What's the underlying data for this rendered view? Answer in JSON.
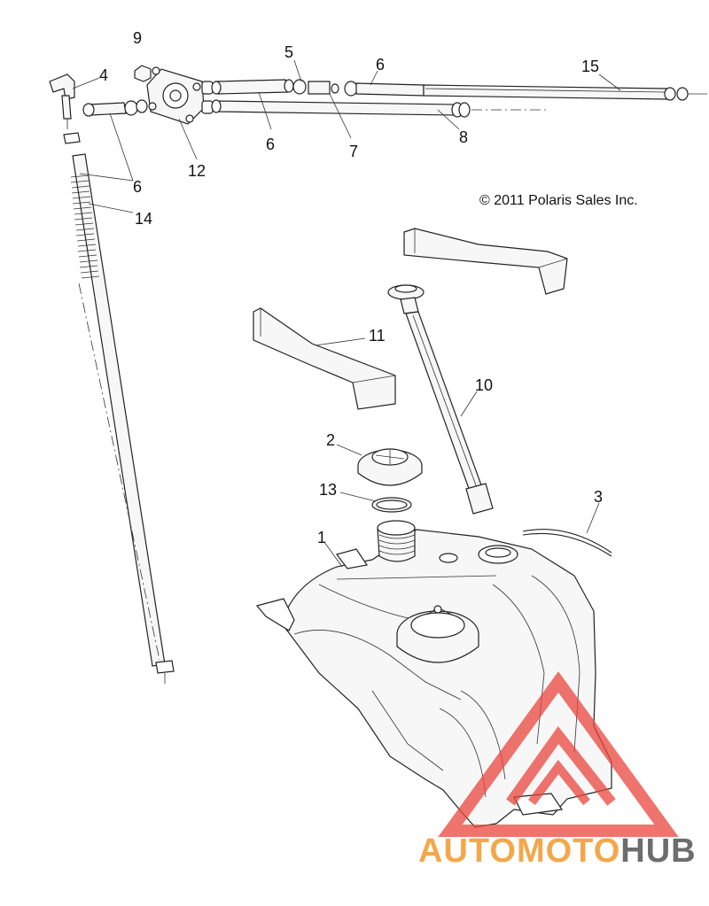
{
  "callouts": [
    {
      "id": "1",
      "text": "1"
    },
    {
      "id": "2",
      "text": "2"
    },
    {
      "id": "3",
      "text": "3"
    },
    {
      "id": "4",
      "text": "4"
    },
    {
      "id": "5",
      "text": "5"
    },
    {
      "id": "6a",
      "text": "6"
    },
    {
      "id": "6b",
      "text": "6"
    },
    {
      "id": "6c",
      "text": "6"
    },
    {
      "id": "7",
      "text": "7"
    },
    {
      "id": "8",
      "text": "8"
    },
    {
      "id": "9",
      "text": "9"
    },
    {
      "id": "10",
      "text": "10"
    },
    {
      "id": "11",
      "text": "11"
    },
    {
      "id": "12",
      "text": "12"
    },
    {
      "id": "13",
      "text": "13"
    },
    {
      "id": "14",
      "text": "14"
    },
    {
      "id": "15",
      "text": "15"
    }
  ],
  "copyright": "2011 Polaris Sales Inc.",
  "watermark": {
    "text_part1": "AUTOMOTO",
    "text_part2": "HUB",
    "color_primary": "#f4a74a",
    "color_secondary": "#6d6d6d",
    "triangle_color": "#e8453c"
  }
}
